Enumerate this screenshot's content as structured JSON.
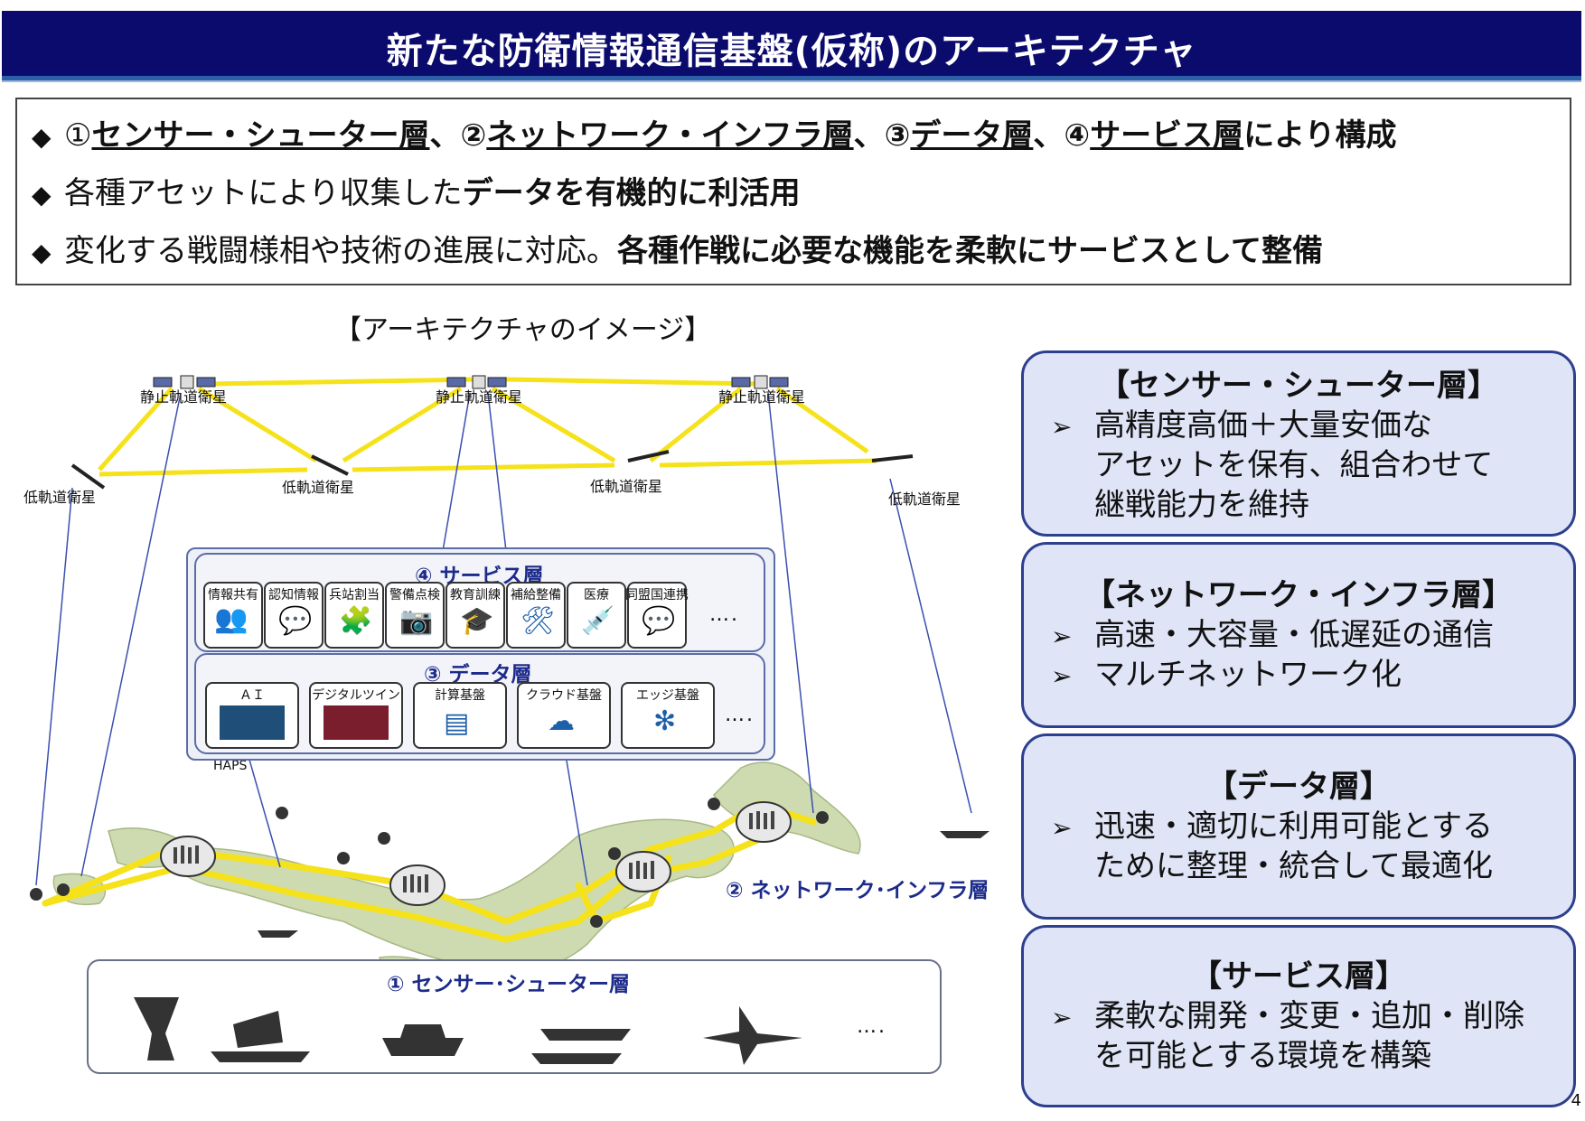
{
  "title": "新たな防衛情報通信基盤(仮称)のアーキテクチャ",
  "bullets": {
    "b1": {
      "p1": "①",
      "s1": "センサー・シューター層",
      "sep1": "、②",
      "s2": "ネットワーク・インフラ層",
      "sep2": "、③",
      "s3": "データ層",
      "sep3": "、④",
      "s4": "サービス層",
      "tail": "により構成"
    },
    "b2": {
      "normal": "各種アセットにより収集した",
      "bold": "データを有機的に利活用"
    },
    "b3": {
      "normal": "変化する戦闘様相や技術の進展に対応。",
      "bold": "各種作戦に必要な機能を柔軟にサービスとして整備"
    }
  },
  "image_caption": "【アーキテクチャのイメージ】",
  "satellites": {
    "geo": "静止軌道衛星",
    "leo": "低軌道衛星"
  },
  "haps": "HAPS",
  "service_layer": {
    "title": "④ サービス層",
    "items": [
      "情報共有",
      "認知情報",
      "兵站割当",
      "警備点検",
      "教育訓練",
      "補給整備",
      "医療",
      "同盟国連携"
    ],
    "more": "…."
  },
  "data_layer": {
    "title": "③ データ層",
    "items": [
      "ＡＩ",
      "デジタルツイン",
      "計算基盤",
      "クラウド基盤",
      "エッジ基盤"
    ],
    "more": "…."
  },
  "network_label": "② ネットワーク･インフラ層",
  "sensor_layer": {
    "title": "① センサー･シューター層",
    "more": "…."
  },
  "panels": [
    {
      "title": "【センサー・シューター層】",
      "lines": [
        "高精度高価＋大量安価な"
      ],
      "cont": [
        "アセットを保有、組合わせて",
        "継戦能力を維持"
      ]
    },
    {
      "title": "【ネットワーク・インフラ層】",
      "lines": [
        "高速・大容量・低遅延の通信",
        "マルチネットワーク化"
      ],
      "cont": []
    },
    {
      "title": "【データ層】",
      "lines": [
        "迅速・適切に利用可能とする"
      ],
      "cont": [
        "ために整理・統合して最適化"
      ]
    },
    {
      "title": "【サービス層】",
      "lines": [
        "柔軟な開発・変更・追加・削除"
      ],
      "cont": [
        "を可能とする環境を構築"
      ]
    }
  ],
  "page_number": "4",
  "colors": {
    "title_bg": "#0b0b6e",
    "panel_bg": "#dfe4f6",
    "panel_border": "#2d3f8f",
    "link_yellow": "#f5e21a",
    "layer_title": "#1c2a8a"
  }
}
